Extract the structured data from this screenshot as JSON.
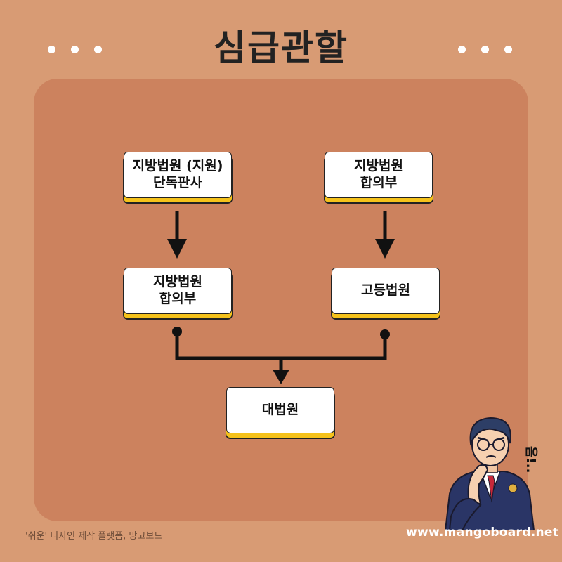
{
  "header": {
    "title": "심급관할"
  },
  "diagram": {
    "nodes": [
      {
        "id": "district-single",
        "label": "지방법원 (지원)\n단독판사"
      },
      {
        "id": "district-panel-top",
        "label": "지방법원\n합의부"
      },
      {
        "id": "district-panel-mid",
        "label": "지방법원\n합의부"
      },
      {
        "id": "high-court",
        "label": "고등법원"
      },
      {
        "id": "supreme-court",
        "label": "대법원"
      }
    ]
  },
  "character": {
    "speech": "음!.."
  },
  "footer": {
    "left": "'쉬운' 디자인 제작 플랫폼, 망고보드",
    "right": "www.mangoboard.net"
  },
  "colors": {
    "background": "#d89b74",
    "panel": "#cc825e",
    "node_fill": "#ffffff",
    "node_accent": "#f5c21b",
    "ink": "#222222"
  }
}
